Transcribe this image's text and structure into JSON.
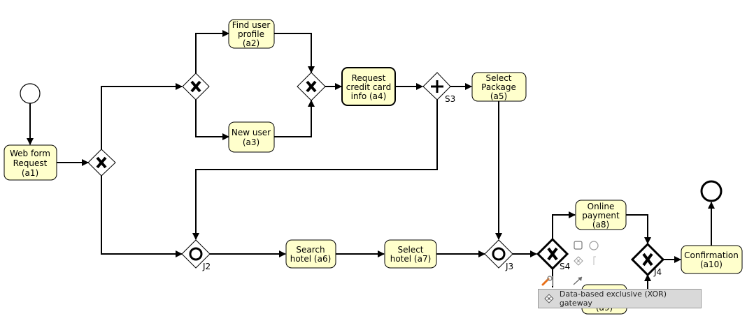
{
  "tasks": {
    "a1": [
      "Web form",
      "Request",
      "(a1)"
    ],
    "a2": [
      "Find user",
      "profile",
      "(a2)"
    ],
    "a3": [
      "New user",
      "(a3)"
    ],
    "a4": [
      "Request",
      "credit card",
      "info (a4)"
    ],
    "a5": [
      "Select",
      "Package",
      "(a5)"
    ],
    "a6": [
      "Search",
      "hotel (a6)"
    ],
    "a7": [
      "Select",
      "hotel (a7)"
    ],
    "a8": [
      "Online",
      "payment",
      "(a8)"
    ],
    "a9": [
      "",
      "(a9)"
    ],
    "a10": [
      "Confirmation",
      "(a10)"
    ]
  },
  "gateway_labels": {
    "S3": "S3",
    "J2": "J2",
    "J3": "J3",
    "S4": "S4",
    "J4": "J4"
  },
  "tooltip": {
    "text": "Data-based exclusive (XOR) gateway",
    "icon": "xor-gateway-icon"
  },
  "context_palette": {
    "icons": [
      "task-shape-icon",
      "event-shape-icon",
      "gateway-shape-icon",
      "annotation-shape-icon",
      "properties-wrench-icon",
      "connect-arrow-icon"
    ]
  },
  "colors": {
    "task_fill": "#ffffcc",
    "stroke": "#000000",
    "tooltip_bg": "#d9d9d9"
  }
}
